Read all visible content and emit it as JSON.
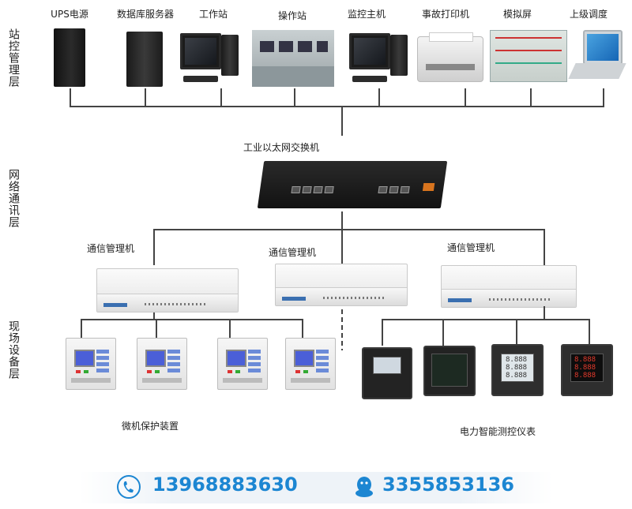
{
  "layers": {
    "station": "站控管理层",
    "network": "网络通讯层",
    "field": "现场设备层"
  },
  "station_devices": [
    {
      "label": "UPS电源"
    },
    {
      "label": "数据库服务器"
    },
    {
      "label": "工作站"
    },
    {
      "label": "操作站"
    },
    {
      "label": "监控主机"
    },
    {
      "label": "事故打印机"
    },
    {
      "label": "模拟屏"
    },
    {
      "label": "上级调度"
    }
  ],
  "switch_label": "工业以太网交换机",
  "comm_managers": [
    {
      "label": "通信管理机"
    },
    {
      "label": "通信管理机"
    },
    {
      "label": "通信管理机"
    }
  ],
  "captions": {
    "relays": "微机保护装置",
    "meters": "电力智能测控仪表"
  },
  "contacts": {
    "phone": "13968883630",
    "qq": "3355853136"
  },
  "colors": {
    "accent": "#1c86d2",
    "line": "#444444"
  },
  "icons": {
    "phone": "phone-icon",
    "qq": "qq-penguin-icon"
  }
}
